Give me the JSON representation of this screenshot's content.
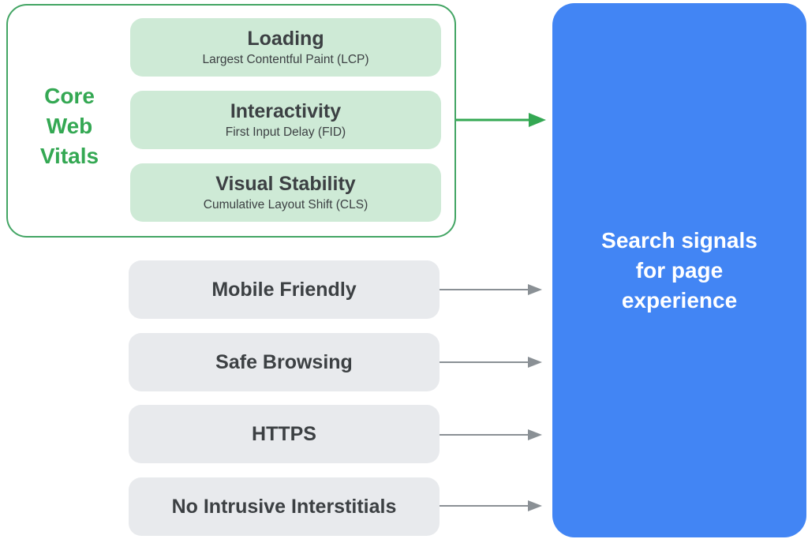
{
  "colors": {
    "green_accent": "#34a853",
    "green_border": "#43a564",
    "green_fill": "#ceead6",
    "gray_fill": "#e8eaed",
    "arrow_gray": "#8a9095",
    "blue_fill": "#4285f4",
    "title_text": "#3c4043",
    "result_text": "#ffffff",
    "canvas_bg": "#ffffff"
  },
  "core_web_vitals": {
    "label": "Core Web Vitals",
    "label_lines": [
      "Core",
      "Web",
      "Vitals"
    ],
    "items": [
      {
        "title": "Loading",
        "subtitle": "Largest Contentful Paint (LCP)"
      },
      {
        "title": "Interactivity",
        "subtitle": "First Input Delay (FID)"
      },
      {
        "title": "Visual Stability",
        "subtitle": "Cumulative Layout Shift (CLS)"
      }
    ]
  },
  "other_signals": [
    {
      "label": "Mobile Friendly"
    },
    {
      "label": "Safe Browsing"
    },
    {
      "label": "HTTPS"
    },
    {
      "label": "No Intrusive Interstitials"
    }
  ],
  "result": {
    "label": "Search signals for page experience",
    "lines": [
      "Search signals",
      "for page",
      "experience"
    ]
  }
}
